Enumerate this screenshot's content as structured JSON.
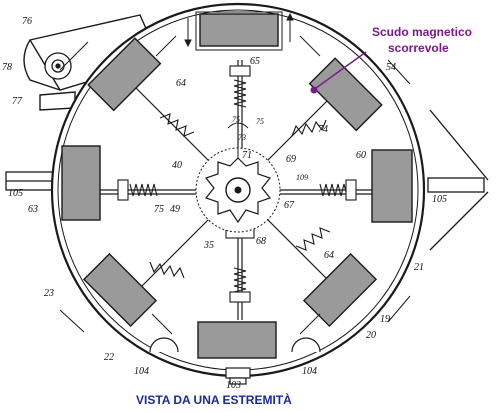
{
  "colors": {
    "ink": "#1a1a1a",
    "shield_fill": "#9a9a9a",
    "callout": "#7a1a8a",
    "caption": "#1a2a9a",
    "paper": "#ffffff"
  },
  "callout": {
    "line1": "Scudo magnetico",
    "line2": "scorrevole"
  },
  "caption": "VISTA DA UNA ESTREMITÀ",
  "reference_numerals": {
    "r76": "76",
    "r78": "78",
    "r77": "77",
    "r105_left": "105",
    "r105_right": "105",
    "r63": "63",
    "r23": "23",
    "r22": "22",
    "r104_left": "104",
    "r104_right": "104",
    "r103": "103",
    "r20": "20",
    "r19": "19",
    "r21": "21",
    "r54": "54",
    "r60": "60",
    "r64_top": "64",
    "r64_right": "64",
    "r65": "65",
    "r74": "74",
    "r75_left": "75",
    "r75a": "75",
    "r75b": "75",
    "r73": "73",
    "r69": "69",
    "r109": "109",
    "r67": "67",
    "r68": "68",
    "r35": "35",
    "r49": "49",
    "r40": "40",
    "r71": "71"
  }
}
